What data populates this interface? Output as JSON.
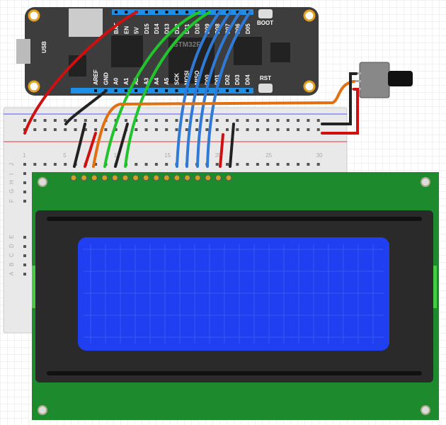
{
  "board": {
    "chip_label": "STM32F",
    "usb_label": "USB",
    "boot_label": "BOOT",
    "rst_label": "RST",
    "top_pins": [
      "BAT",
      "EN",
      "5V",
      "D15",
      "D14",
      "D13",
      "D12",
      "D11",
      "D10",
      "D09",
      "D08",
      "D07",
      "D06",
      "D05"
    ],
    "bottom_pins": [
      "AREF",
      "GND",
      "A0",
      "A1",
      "A2",
      "A3",
      "A4",
      "A5",
      "SCK",
      "MOSI",
      "MISO",
      "D00",
      "D01",
      "D02",
      "D03",
      "D04"
    ]
  },
  "breadboard": {
    "columns": [
      "1",
      "5",
      "10",
      "15",
      "20",
      "25",
      "30"
    ],
    "rows": [
      "J",
      "I",
      "H",
      "G",
      "F",
      "E",
      "D",
      "C",
      "B",
      "A"
    ]
  },
  "colors": {
    "board": "#3d3d3d",
    "header": "#1e8fe6",
    "lcd_pcb": "#1e8a2e",
    "lcd_screen": "#1f3ff0",
    "wire_red": "#d01010",
    "wire_green": "#21c42c",
    "wire_blue": "#2f7ad6",
    "wire_orange": "#e07010",
    "wire_black": "#222222"
  }
}
